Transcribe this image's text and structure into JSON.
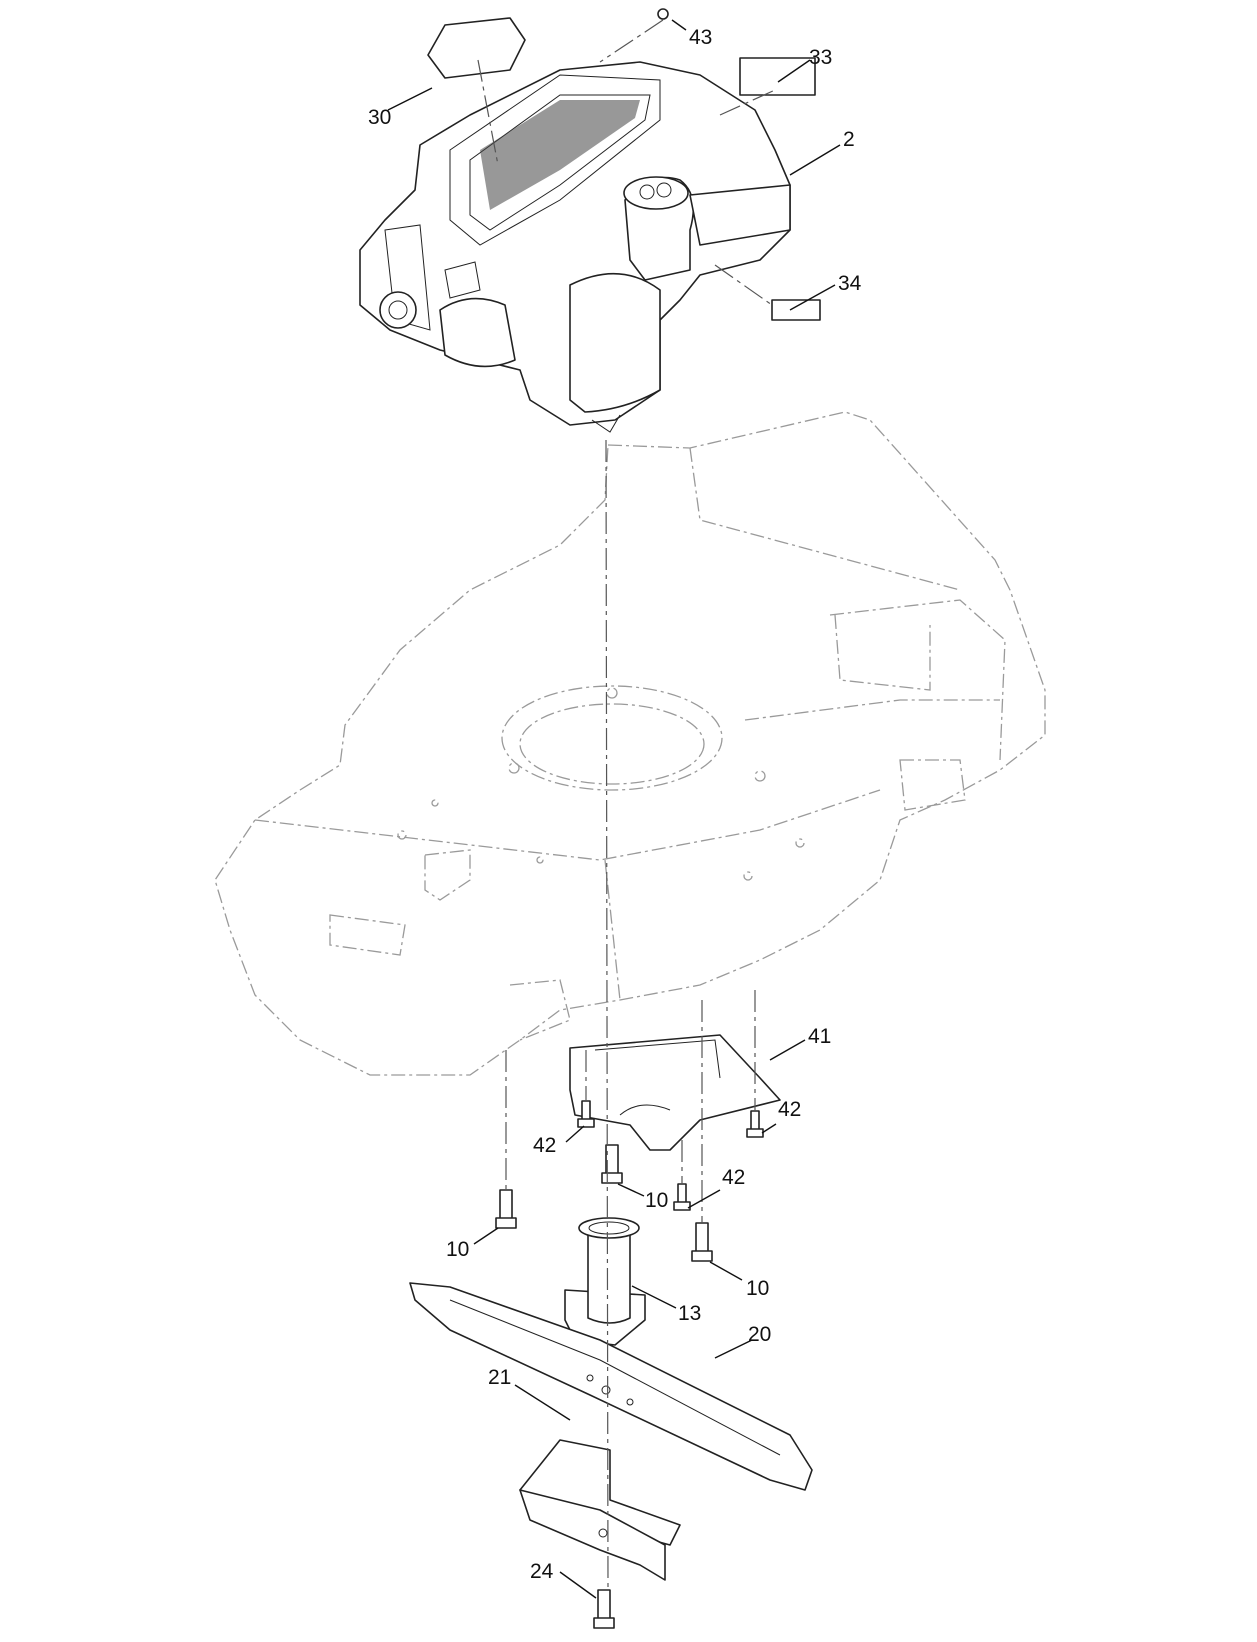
{
  "diagram": {
    "colors": {
      "line": "#222222",
      "phantom": "#9a9a9a",
      "background": "#ffffff"
    },
    "callouts": {
      "c43": "43",
      "c33": "33",
      "c30": "30",
      "c2": "2",
      "c34": "34",
      "c41": "41",
      "c42a": "42",
      "c42b": "42",
      "c42c": "42",
      "c10a": "10",
      "c10b": "10",
      "c10c": "10",
      "c13": "13",
      "c20": "20",
      "c21": "21",
      "c24": "24"
    }
  }
}
